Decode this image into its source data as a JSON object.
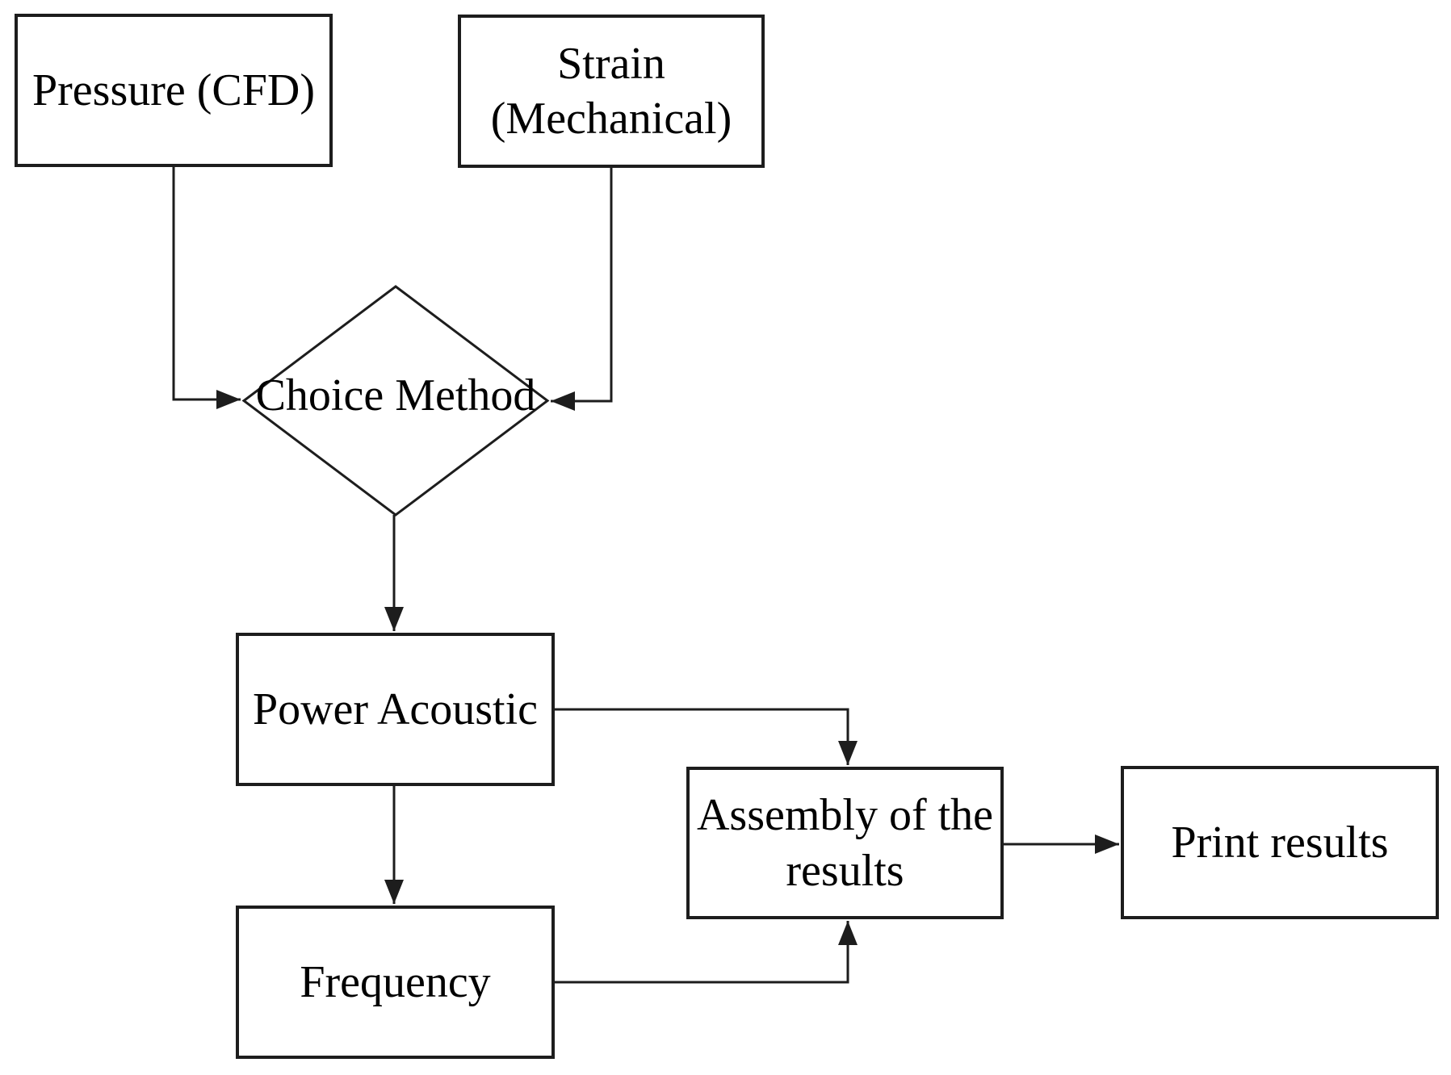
{
  "diagram": {
    "type": "flowchart",
    "background_color": "#ffffff",
    "stroke_color": "#1d1d1d",
    "text_color": "#000000",
    "nodes": {
      "pressure": {
        "shape": "rectangle",
        "label": "Pressure (CFD)"
      },
      "strain": {
        "shape": "rectangle",
        "label": "Strain\n(Mechanical)"
      },
      "choice": {
        "shape": "diamond",
        "label": "Choice Method"
      },
      "power": {
        "shape": "rectangle",
        "label": "Power Acoustic"
      },
      "frequency": {
        "shape": "rectangle",
        "label": "Frequency"
      },
      "assembly": {
        "shape": "rectangle",
        "label": "Assembly of the\nresults"
      },
      "print": {
        "shape": "rectangle",
        "label": "Print results"
      }
    },
    "edges": [
      {
        "from": "pressure",
        "to": "choice"
      },
      {
        "from": "strain",
        "to": "choice"
      },
      {
        "from": "choice",
        "to": "power"
      },
      {
        "from": "power",
        "to": "assembly"
      },
      {
        "from": "power",
        "to": "frequency"
      },
      {
        "from": "frequency",
        "to": "assembly"
      },
      {
        "from": "assembly",
        "to": "print"
      }
    ]
  }
}
